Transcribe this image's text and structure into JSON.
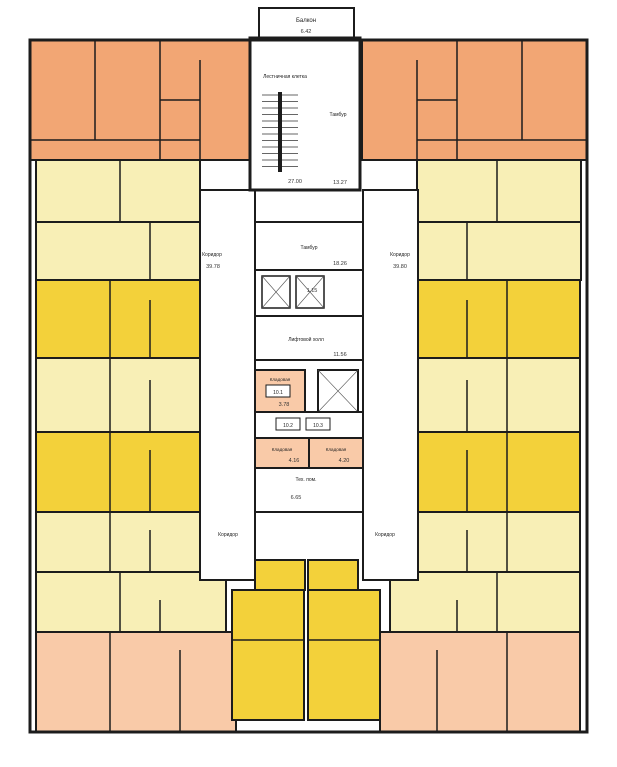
{
  "colors": {
    "orange": "#f2a674",
    "peach": "#f9caa8",
    "yellow": "#f3d13a",
    "cream": "#f8efb6",
    "core": "#ffffff",
    "wall": "#1c1c1c",
    "grey": "#d9d9d9"
  },
  "plan": {
    "core": {
      "balcony": "Балкон",
      "balcony_area": "6.42",
      "stairs": "Лестничная клетка",
      "stairs_area": "27.00",
      "tambour_top": "Тамбур",
      "tambour_top_area": "13.27",
      "tambour_mid": "Тамбур",
      "tambour_mid_area": "18.26",
      "lift_hall": "Лифтовой холл",
      "lift_hall_area": "11.56",
      "lift_area_small": "1.15",
      "pantry_top": "Кладовая",
      "pantry_top_area": "3.78",
      "pantry_num_1": "10.1",
      "pantry_num_2": "10.2",
      "pantry_num_3": "10.3",
      "pantry_l": "Кладовая",
      "pantry_l_area": "4.16",
      "pantry_r": "Кладовая",
      "pantry_r_area": "4.20",
      "tech_room": "Тех. пом.",
      "tech_area": "6.65"
    },
    "corridor": "Коридор",
    "corridor_areas": [
      "39.78",
      "39.80"
    ]
  }
}
